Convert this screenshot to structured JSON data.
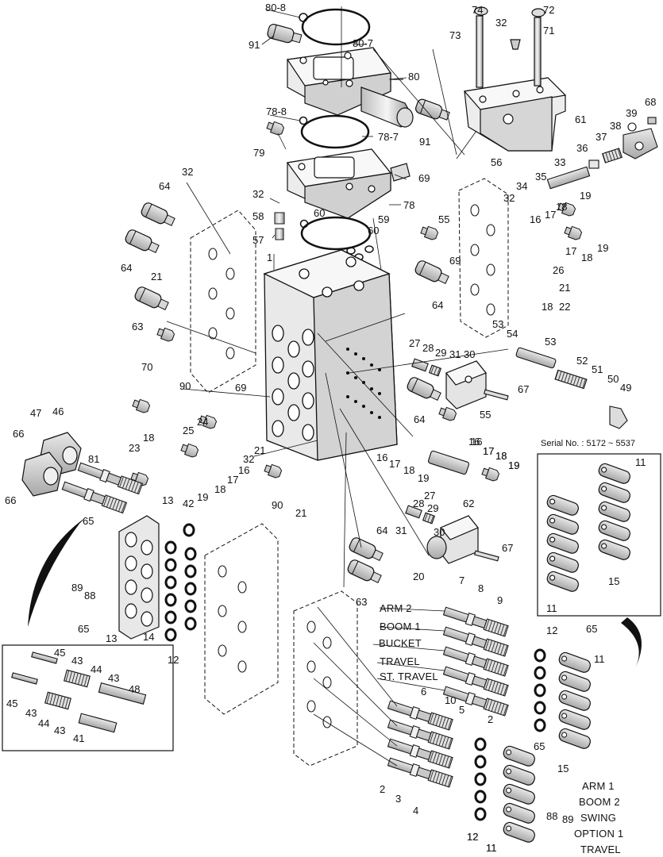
{
  "serial_note": "Serial No. : 5172 ~ 5537",
  "captions": {
    "arm2": "ARM 2",
    "boom1": "BOOM 1",
    "bucket": "BUCKET",
    "travel": "TRAVEL",
    "st_travel": "ST. TRAVEL",
    "arm1": "ARM 1",
    "boom2": "BOOM 2",
    "swing": "SWING",
    "option1": "OPTION 1",
    "travel2": "TRAVEL"
  },
  "part_labels": [
    "80-8",
    "80-7",
    "80",
    "91",
    "91",
    "74",
    "72",
    "32",
    "73",
    "71",
    "61",
    "68",
    "39",
    "38",
    "37",
    "36",
    "78-8",
    "78-7",
    "78",
    "79",
    "69",
    "56",
    "33",
    "35",
    "34",
    "32",
    "16",
    "17",
    "18",
    "19",
    "19",
    "18",
    "17",
    "26",
    "21",
    "18",
    "22",
    "55",
    "69",
    "64",
    "60",
    "58",
    "57",
    "59",
    "60",
    "32",
    "32",
    "64",
    "64",
    "21",
    "1",
    "63",
    "70",
    "69",
    "64",
    "16",
    "17",
    "18",
    "19",
    "90",
    "21",
    "24",
    "25",
    "23",
    "18",
    "81",
    "19",
    "18",
    "17",
    "16",
    "32",
    "47",
    "46",
    "66",
    "66",
    "13",
    "42",
    "65",
    "89",
    "88",
    "65",
    "13",
    "14",
    "12",
    "53",
    "54",
    "53",
    "52",
    "51",
    "50",
    "49",
    "27",
    "28",
    "29",
    "31",
    "30",
    "67",
    "55",
    "16",
    "17",
    "18",
    "19",
    "62",
    "16",
    "17",
    "18",
    "19",
    "27",
    "28",
    "29",
    "31",
    "30",
    "67",
    "20",
    "64",
    "63",
    "90",
    "21",
    "45",
    "43",
    "44",
    "43",
    "45",
    "43",
    "44",
    "43",
    "41",
    "48",
    "7",
    "8",
    "9",
    "12",
    "65",
    "11",
    "6",
    "5",
    "10",
    "2",
    "12",
    "11",
    "15",
    "65",
    "2",
    "3",
    "4",
    "12",
    "11",
    "88",
    "89",
    "11",
    "15",
    "11"
  ]
}
